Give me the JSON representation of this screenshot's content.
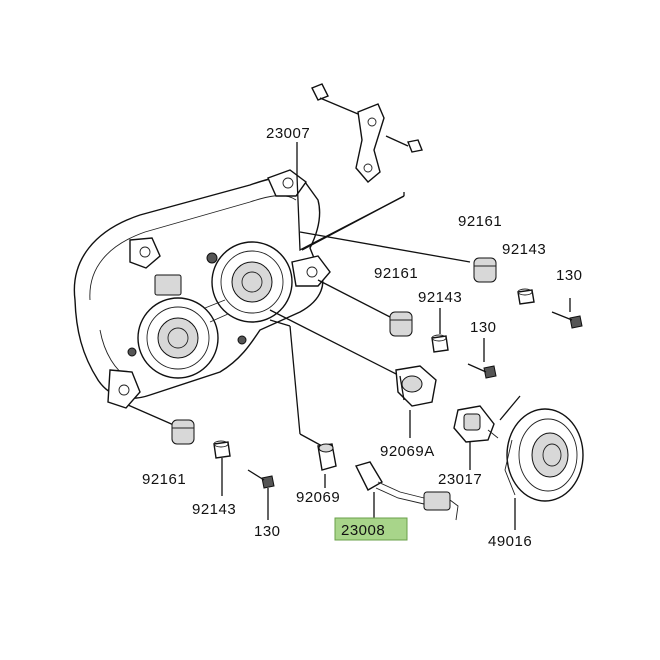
{
  "labels": {
    "p23007": "23007",
    "p92161_a": "92161",
    "p92143_a": "92143",
    "p130_a": "130",
    "p92161_b": "92161",
    "p92143_b": "92143",
    "p130_b": "130",
    "p92069A": "92069A",
    "p23017": "23017",
    "p92161_c": "92161",
    "p92143_c": "92143",
    "p130_c": "130",
    "p92069": "92069",
    "p23008": "23008",
    "p49016": "49016"
  },
  "colors": {
    "highlight": "#a8d58a",
    "line": "#111111"
  }
}
